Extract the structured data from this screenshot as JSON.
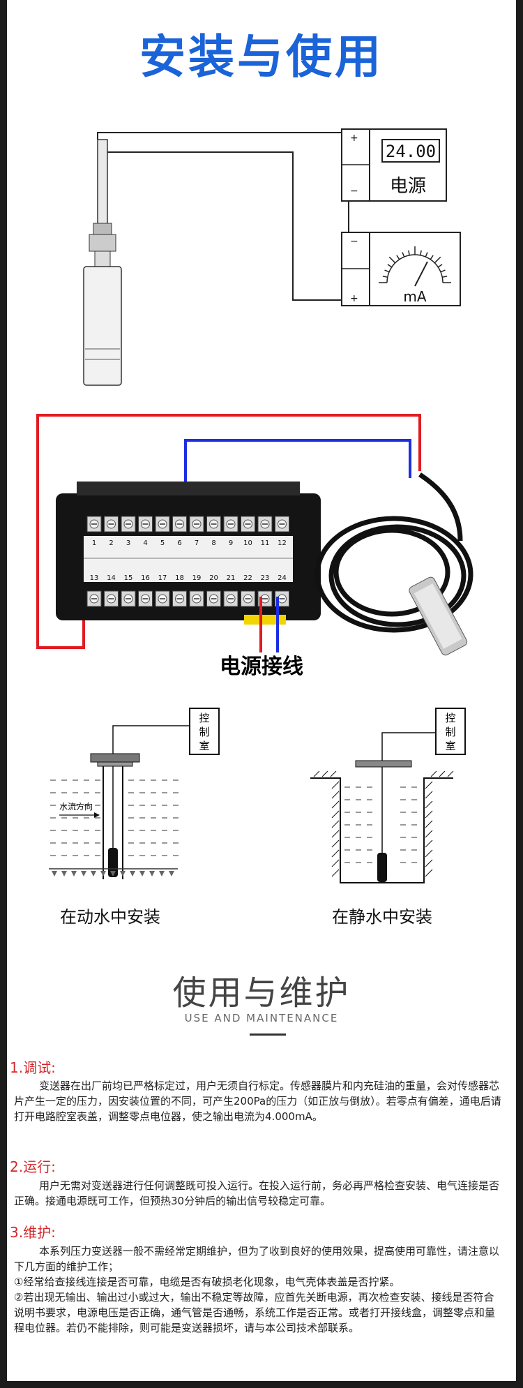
{
  "header": {
    "title": "安装与使用"
  },
  "diagram1": {
    "power_display": "24.00",
    "power_label": "电源",
    "meter_label": "mA",
    "plus": "+",
    "minus": "−"
  },
  "panel": {
    "caption": "电源接线",
    "top_terminals": [
      "1",
      "2",
      "3",
      "4",
      "5",
      "6",
      "7",
      "8",
      "9",
      "10",
      "11",
      "12"
    ],
    "bottom_terminals": [
      "13",
      "14",
      "15",
      "16",
      "17",
      "18",
      "19",
      "20",
      "21",
      "22",
      "23",
      "24"
    ]
  },
  "install": {
    "control_room": [
      "控",
      "制",
      "室"
    ],
    "flow_label": "水流方向",
    "dynamic_caption": "在动水中安装",
    "static_caption": "在静水中安装"
  },
  "maintenance": {
    "title": "使用与维护",
    "subtitle": "USE AND MAINTENANCE",
    "s1_title": "1.调试:",
    "s1_text": "变送器在出厂前均已严格标定过，用户无须自行标定。传感器膜片和内充硅油的重量，会对传感器芯片产生一定的压力，因安装位置的不同，可产生200Pa的压力（如正放与倒放）。若零点有偏差，通电后请打开电路腔室表盖，调整零点电位器，使之输出电流为4.000mA。",
    "s2_title": "2.运行:",
    "s2_text": "用户无需对变送器进行任何调整既可投入运行。在投入运行前，务必再严格检查安装、电气连接是否正确。接通电源既可工作，但预热30分钟后的输出信号较稳定可靠。",
    "s3_title": "3.维护:",
    "s3_text": "本系列压力变送器一般不需经常定期维护，但为了收到良好的使用效果，提高使用可靠性，请注意以下几方面的维护工作；",
    "s3_item1": "①经常给查接线连接是否可靠，电缆是否有破损老化现象，电气壳体表盖是否拧紧。",
    "s3_item2": "②若出现无输出、输出过小或过大，输出不稳定等故障，应首先关断电源，再次检查安装、接线是否符合说明书要求，电源电压是否正确，通气管是否通畅，系统工作是否正常。或者打开接线盒，调整零点和量程电位器。若仍不能排除，则可能是变送器损坏，请与本公司技术部联系。"
  }
}
